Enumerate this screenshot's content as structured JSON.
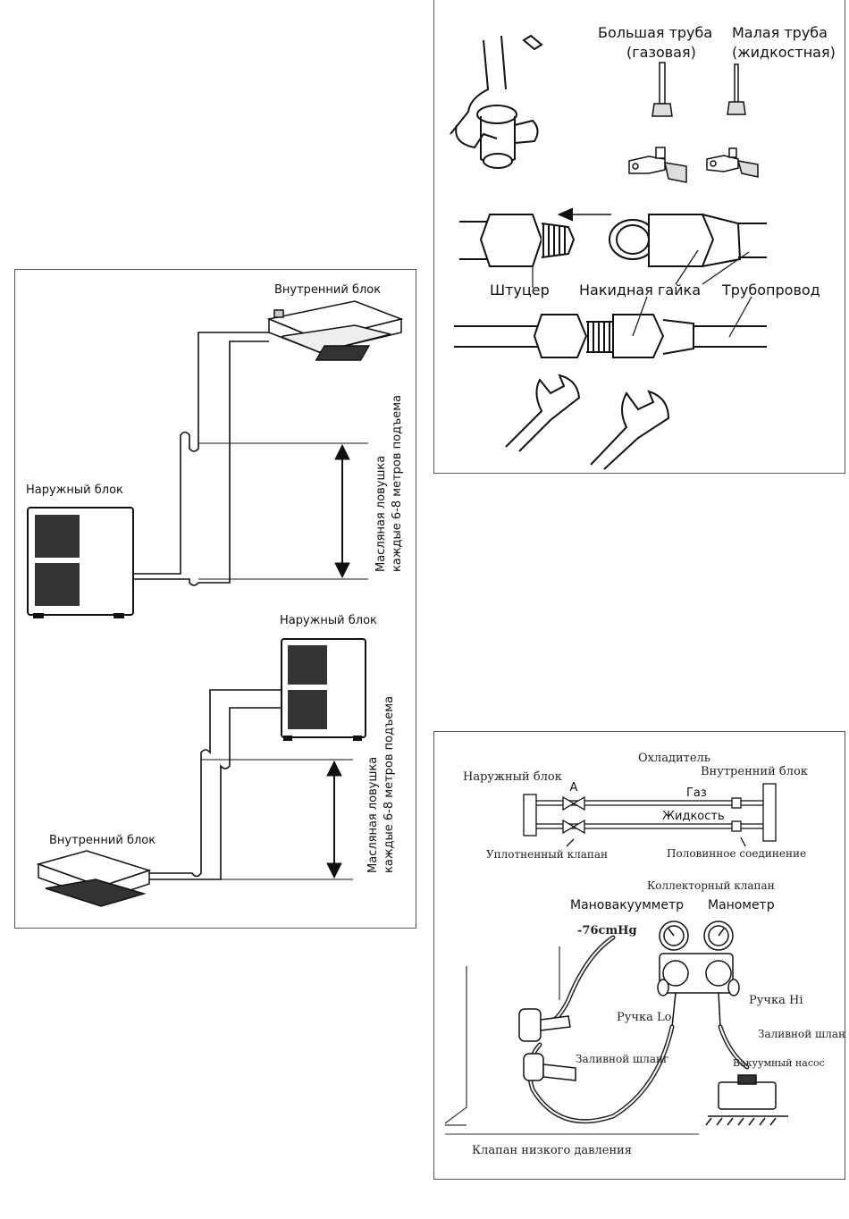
{
  "piping_panel": {
    "upper": {
      "indoor_label": "Внутренний блок",
      "outdoor_label": "Наружный блок",
      "trap_line1": "Масляная ловушка",
      "trap_line2": "каждые 6-8 метров подъема"
    },
    "lower": {
      "outdoor_label": "Наружный блок",
      "indoor_label": "Внутренний блок",
      "trap_line1": "Масляная ловушка",
      "trap_line2": "каждые 6-8 метров подъема"
    }
  },
  "flare_panel": {
    "big_pipe_line1": "Большая труба",
    "big_pipe_line2": "(газовая)",
    "small_pipe_line1": "Малая труба",
    "small_pipe_line2": "(жидкостная)",
    "fitting": "Штуцер",
    "flare_nut": "Накидная гайка",
    "pipeline": "Трубопровод"
  },
  "vacuum_panel": {
    "refrigerant": "Охладитель",
    "outdoor": "Наружный блок",
    "indoor": "Внутренний блок",
    "valve_letter": "A",
    "gas": "Газ",
    "liquid": "Жидкость",
    "sealed_valve": "Уплотненный клапан",
    "half_union": "Половинное соединение",
    "manifold_valve": "Коллекторный клапан",
    "vacuum_gauge": "Мановакуумметр",
    "pressure_gauge": "Манометр",
    "reading": "-76cmHg",
    "handle_lo": "Ручка Lo",
    "handle_hi": "Ручка Hi",
    "charge_hose_right": "Заливной шланг",
    "charge_hose_left": "Заливной шланг",
    "vacuum_pump": "Вакуумный насос",
    "low_pressure_valve": "Клапан низкого давления"
  }
}
